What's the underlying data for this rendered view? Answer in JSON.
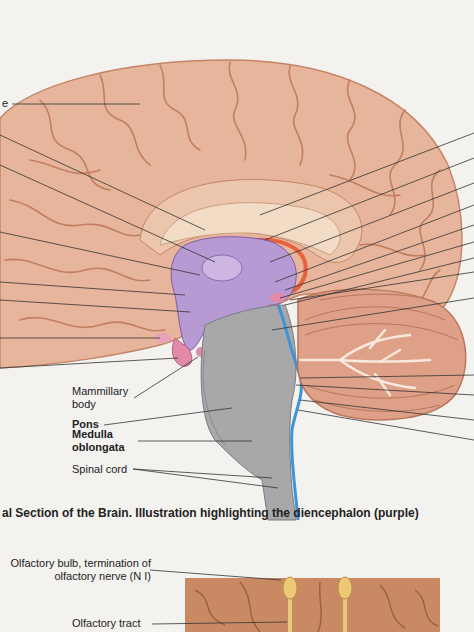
{
  "diagram": {
    "caption": "al Section of the Brain. Illustration highlighting the diencephalon (purple)",
    "labels": [
      "e",
      "Mammillary body",
      "Pons",
      "Medulla oblongata",
      "Spinal cord",
      "Olfactory bulb, termination of olfactory nerve (N I)",
      "Olfactory tract"
    ]
  }
}
